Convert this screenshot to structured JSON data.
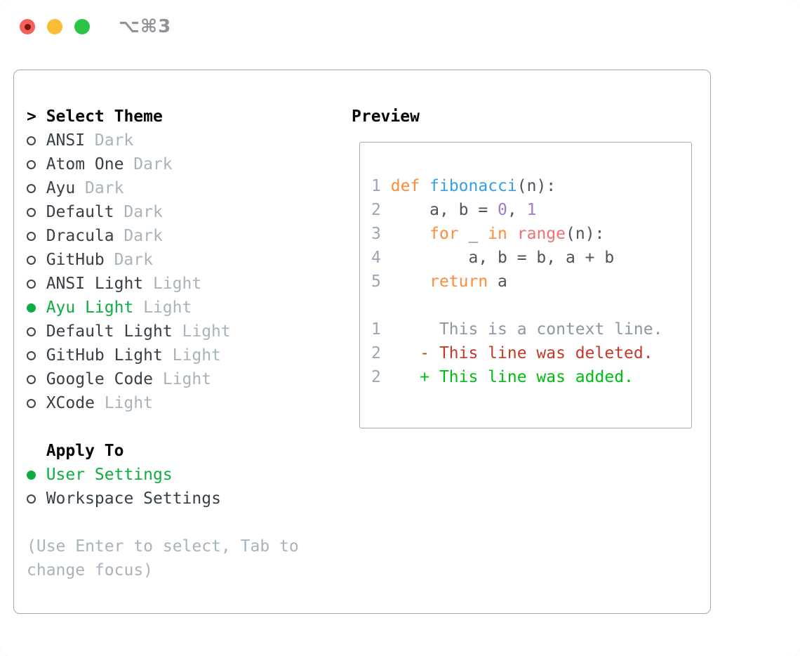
{
  "window": {
    "shortcut": "⌥⌘3",
    "traffic_lights": [
      {
        "name": "close-button"
      },
      {
        "name": "minimize-button"
      },
      {
        "name": "zoom-button"
      }
    ]
  },
  "theme_picker": {
    "prompt": ">",
    "title": "Select Theme",
    "items": [
      {
        "name": "ANSI",
        "variant": "Dark",
        "selected": false
      },
      {
        "name": "Atom One",
        "variant": "Dark",
        "selected": false
      },
      {
        "name": "Ayu",
        "variant": "Dark",
        "selected": false
      },
      {
        "name": "Default",
        "variant": "Dark",
        "selected": false
      },
      {
        "name": "Dracula",
        "variant": "Dark",
        "selected": false
      },
      {
        "name": "GitHub",
        "variant": "Dark",
        "selected": false
      },
      {
        "name": "ANSI Light",
        "variant": "Light",
        "selected": false
      },
      {
        "name": "Ayu Light",
        "variant": "Light",
        "selected": true
      },
      {
        "name": "Default Light",
        "variant": "Light",
        "selected": false
      },
      {
        "name": "GitHub Light",
        "variant": "Light",
        "selected": false
      },
      {
        "name": "Google Code",
        "variant": "Light",
        "selected": false
      },
      {
        "name": "XCode",
        "variant": "Light",
        "selected": false
      }
    ],
    "apply_to": {
      "title": "Apply To",
      "options": [
        {
          "name": "User Settings",
          "selected": true
        },
        {
          "name": "Workspace Settings",
          "selected": false
        }
      ]
    },
    "help": "(Use Enter to select, Tab to change focus)"
  },
  "preview": {
    "title": "Preview",
    "code_lines": [
      {
        "num": "1",
        "tokens": [
          [
            "kw",
            "def"
          ],
          [
            "pln",
            " "
          ],
          [
            "fn",
            "fibonacci"
          ],
          [
            "pln",
            "(n):"
          ]
        ]
      },
      {
        "num": "2",
        "tokens": [
          [
            "pln",
            "    a, b = "
          ],
          [
            "lit",
            "0"
          ],
          [
            "pln",
            ", "
          ],
          [
            "lit",
            "1"
          ]
        ]
      },
      {
        "num": "3",
        "tokens": [
          [
            "pln",
            "    "
          ],
          [
            "kw",
            "for"
          ],
          [
            "pln",
            " _ "
          ],
          [
            "kw",
            "in"
          ],
          [
            "pln",
            " "
          ],
          [
            "spc",
            "range"
          ],
          [
            "pln",
            "(n):"
          ]
        ]
      },
      {
        "num": "4",
        "tokens": [
          [
            "pln",
            "        a, b = b, a + b"
          ]
        ]
      },
      {
        "num": "5",
        "tokens": [
          [
            "pln",
            "    "
          ],
          [
            "kw",
            "return"
          ],
          [
            "pln",
            " a"
          ]
        ]
      }
    ],
    "diff_lines": [
      {
        "num": "1",
        "type": "ctx",
        "text": "  This is a context line."
      },
      {
        "num": "2",
        "type": "del",
        "text": "- This line was deleted."
      },
      {
        "num": "2",
        "type": "add",
        "text": "+ This line was added."
      }
    ]
  },
  "colors": {
    "traffic_red": "#f4615b",
    "traffic_red_dot": "#7c150c",
    "traffic_yellow": "#f6bd35",
    "traffic_green": "#2dc344",
    "shortcut_gray": "#8f9398",
    "border_gray": "#a4acb6",
    "header_black": "#060606",
    "item_text": "#393f46",
    "muted_gray": "#a9b3bc",
    "accent_green": "#0ead41",
    "radio_ring": "#3f454c",
    "line_number": "#9ba6b2",
    "code_text": "#4d545c",
    "keyword_orange": "#fa8d3e",
    "function_blue": "#399ee6",
    "special_coral": "#f07171",
    "number_purple": "#a37acc",
    "context_gray": "#8d97a1",
    "deleted_red": "#c23a28",
    "added_green": "#00bd13"
  }
}
